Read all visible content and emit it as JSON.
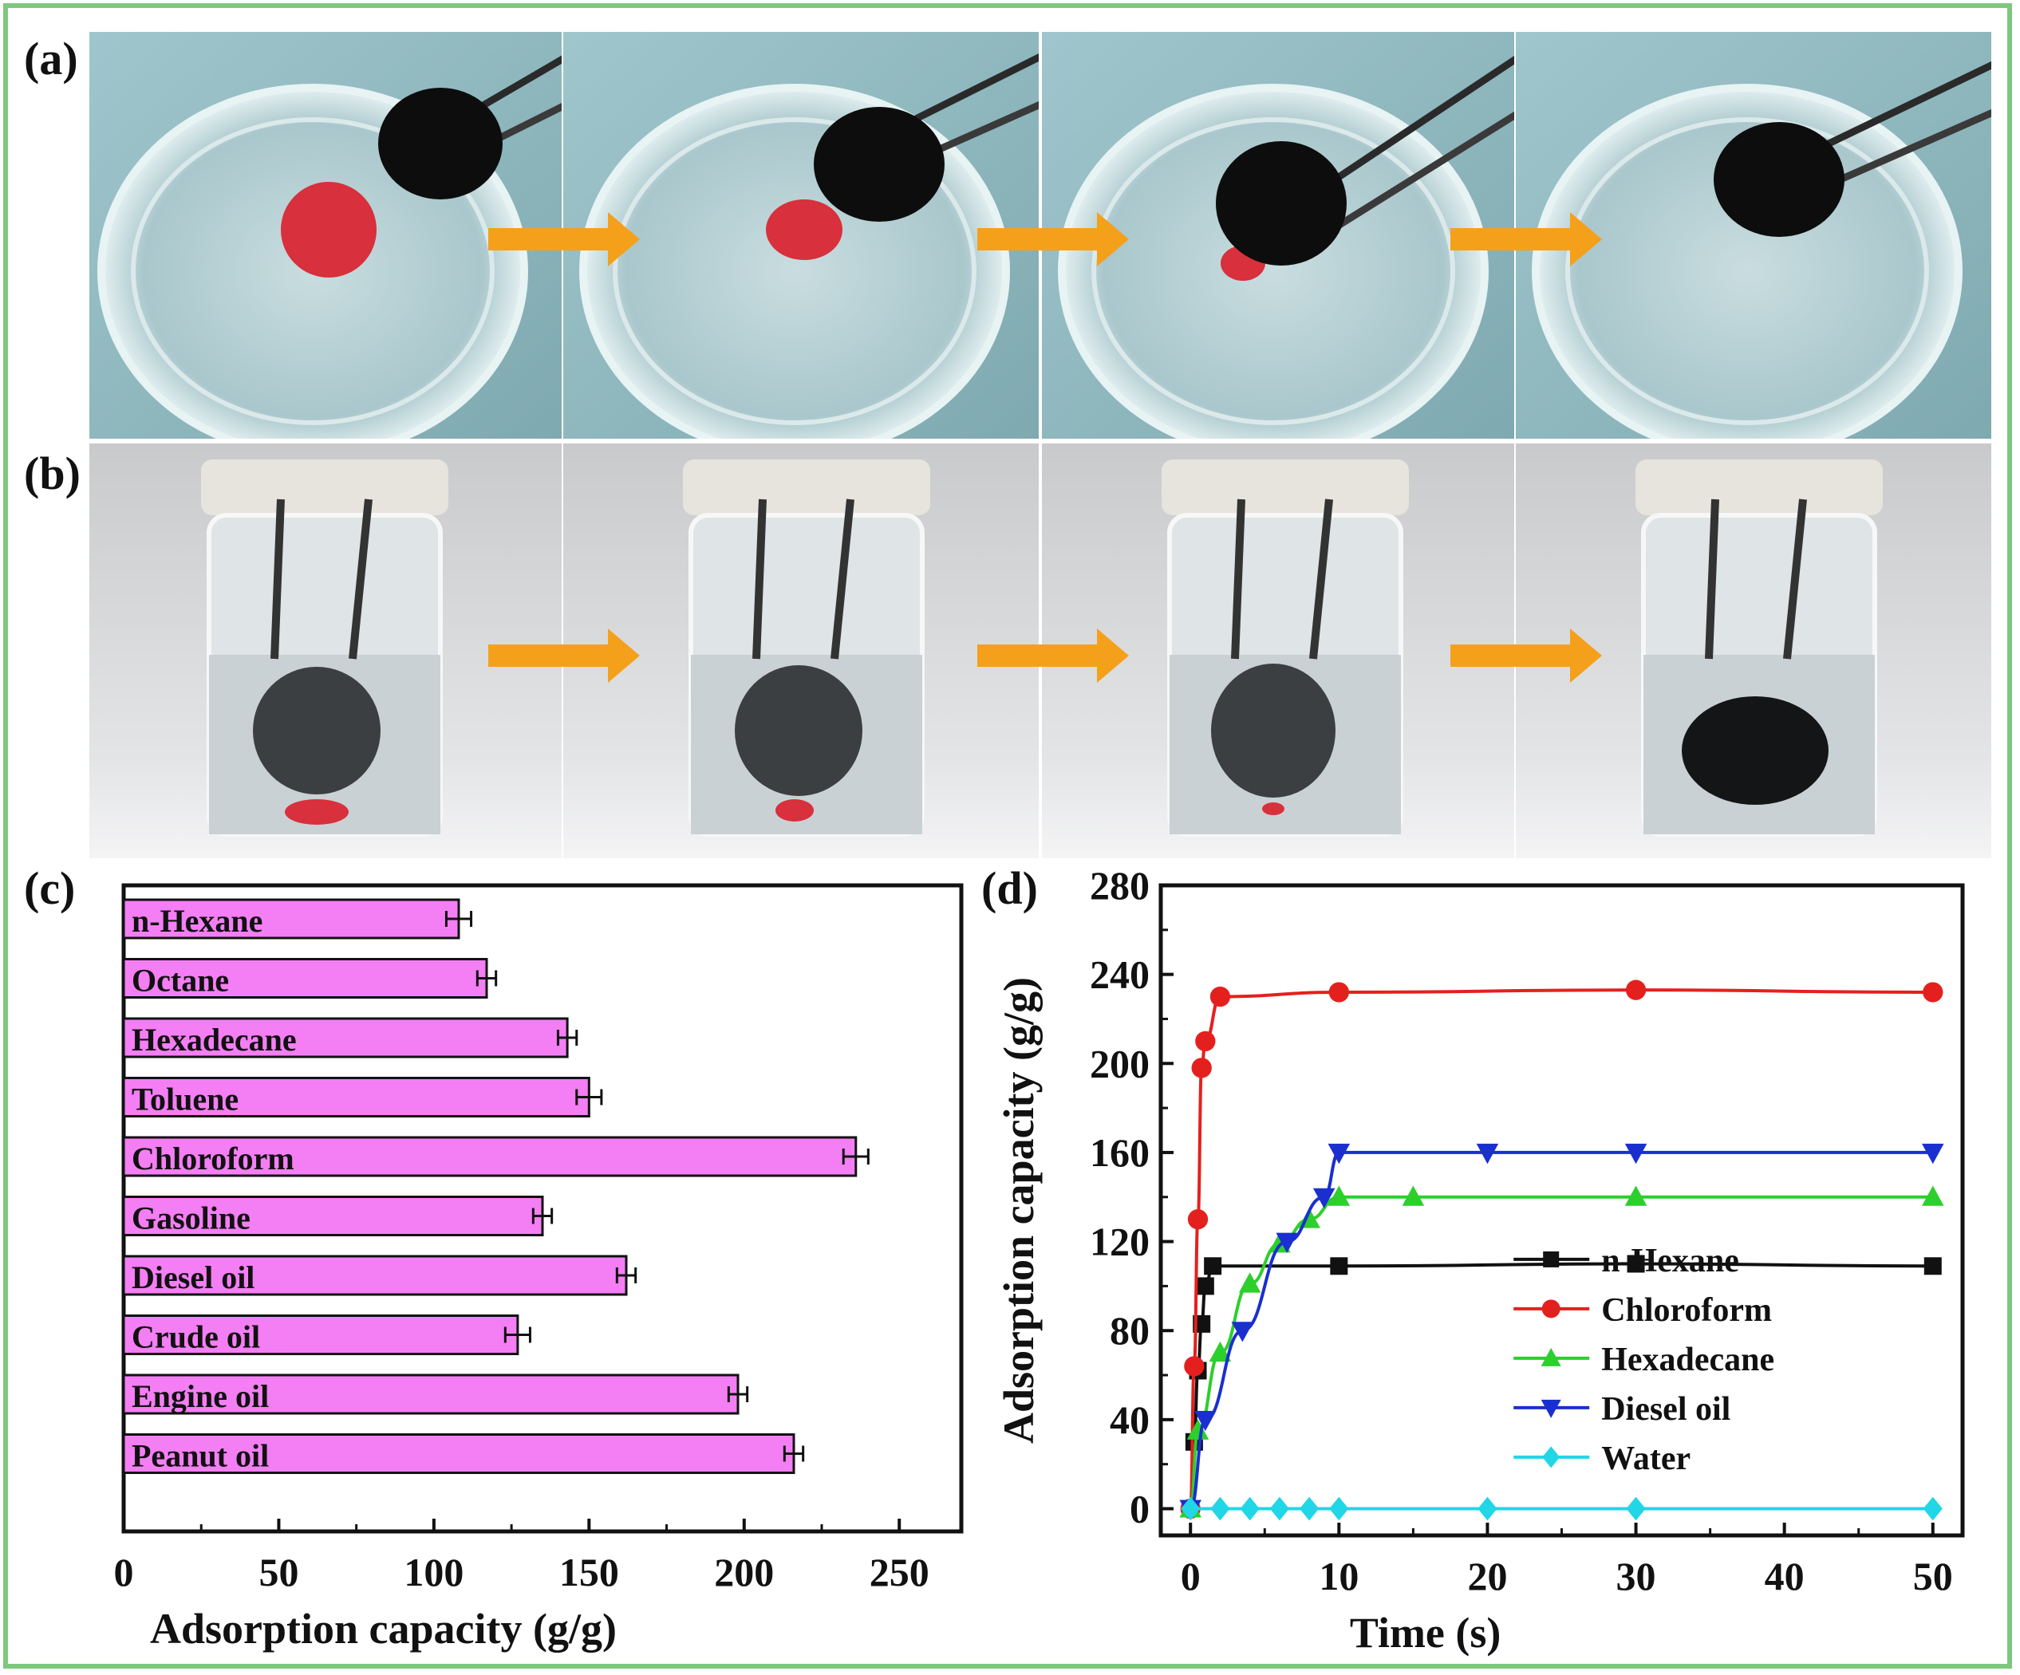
{
  "labels": {
    "a": "(a)",
    "b": "(b)",
    "c": "(c)",
    "d": "(d)"
  },
  "colors": {
    "arrow": "#f5a01a",
    "dye": "#d8303c",
    "bar": "#f47ef4",
    "nhexane": "#111111",
    "chloroform": "#e4201e",
    "hexadecane": "#2ccf2c",
    "diesel": "#1a2fcf",
    "water": "#21d6e6"
  },
  "chart_data": [
    {
      "type": "bar",
      "orientation": "horizontal",
      "categories": [
        "n-Hexane",
        "Octane",
        "Hexadecane",
        "Toluene",
        "Chloroform",
        "Gasoline",
        "Diesel oil",
        "Crude oil",
        "Engine oil",
        "Peanut oil"
      ],
      "values": [
        108,
        117,
        143,
        150,
        236,
        135,
        162,
        127,
        198,
        216
      ],
      "errors": [
        4,
        3,
        3,
        4,
        4,
        3,
        3,
        4,
        3,
        3
      ],
      "xlabel": "Adsorption capacity (g/g)",
      "ylabel": "",
      "xlim": [
        0,
        270
      ],
      "xticks": [
        0,
        50,
        100,
        150,
        200,
        250
      ]
    },
    {
      "type": "line",
      "xlabel": "Time (s)",
      "ylabel": "Adsorption capacity (g/g)",
      "xlim": [
        -2,
        52
      ],
      "ylim": [
        -12,
        280
      ],
      "xticks": [
        0,
        10,
        20,
        30,
        40,
        50
      ],
      "yticks": [
        0,
        40,
        80,
        120,
        160,
        200,
        240,
        280
      ],
      "legend_position": "lower-right",
      "series": [
        {
          "name": "n-Hexane",
          "marker": "square",
          "x": [
            0,
            0.25,
            0.5,
            0.75,
            1,
            1.5,
            10,
            30,
            50
          ],
          "y": [
            0,
            30,
            62,
            83,
            100,
            109,
            109,
            110,
            109
          ]
        },
        {
          "name": "Chloroform",
          "marker": "circle",
          "x": [
            0,
            0.25,
            0.5,
            0.75,
            1,
            2,
            10,
            30,
            50
          ],
          "y": [
            0,
            64,
            130,
            198,
            210,
            230,
            232,
            233,
            232
          ]
        },
        {
          "name": "Hexadecane",
          "marker": "triangle-up",
          "x": [
            0,
            0.5,
            2,
            4,
            6,
            8,
            10,
            15,
            30,
            50
          ],
          "y": [
            0,
            35,
            70,
            101,
            119,
            130,
            140,
            140,
            140,
            140
          ]
        },
        {
          "name": "Diesel oil",
          "marker": "triangle-down",
          "x": [
            0,
            1,
            3.5,
            6.5,
            9,
            10,
            20,
            30,
            50
          ],
          "y": [
            0,
            40,
            80,
            120,
            140,
            160,
            160,
            160,
            160
          ]
        },
        {
          "name": "Water",
          "marker": "diamond",
          "x": [
            0,
            2,
            4,
            6,
            8,
            10,
            20,
            30,
            50
          ],
          "y": [
            0,
            0,
            0,
            0,
            0,
            0,
            0,
            0,
            0
          ]
        }
      ]
    }
  ]
}
